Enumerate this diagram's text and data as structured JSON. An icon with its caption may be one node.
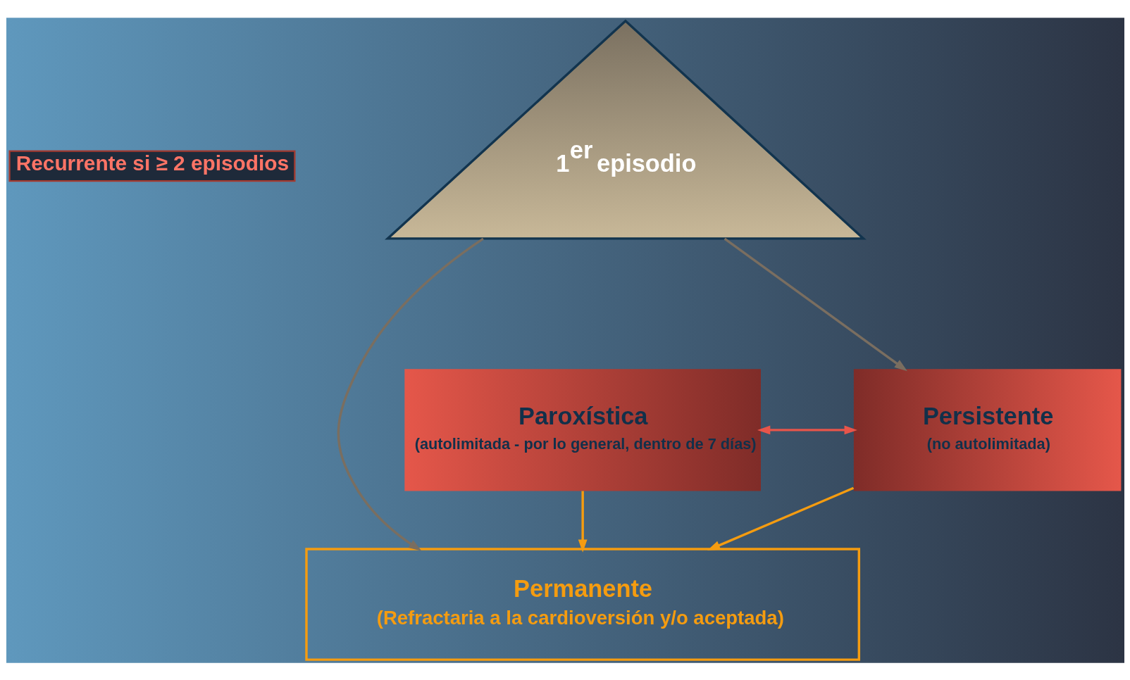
{
  "diagram": {
    "nodes": [
      {
        "text": [
          "1$^{er}$ episodio"
        ]
      },
      {
        "text": [
          "Paroxística",
          "(autolimitada - por lo general, dentro de 7 días)"
        ]
      },
      {
        "text": [
          "Persistente",
          "(no autolimitada)"
        ]
      },
      {
        "text": [
          "Permanente",
          "(Refractaria a la cardioversión y/o aceptada)"
        ]
      }
    ],
    "edges": [
      {
        "from": 0,
        "to": 2,
        "arrow": "to",
        "color": "#7a6e60"
      },
      {
        "from": 0,
        "to": 3,
        "arrow": "to",
        "color": "#7a6e60"
      },
      {
        "from": 1,
        "to": 2,
        "arrow": "both",
        "color": "#e8554a"
      },
      {
        "from": 1,
        "to": 3,
        "arrow": "to",
        "color": "#f59c10"
      },
      {
        "from": 2,
        "to": 3,
        "arrow": "to",
        "color": "#f59c10"
      }
    ],
    "labels": [
      "Recurrente si ≥ 2 episodios"
    ]
  }
}
